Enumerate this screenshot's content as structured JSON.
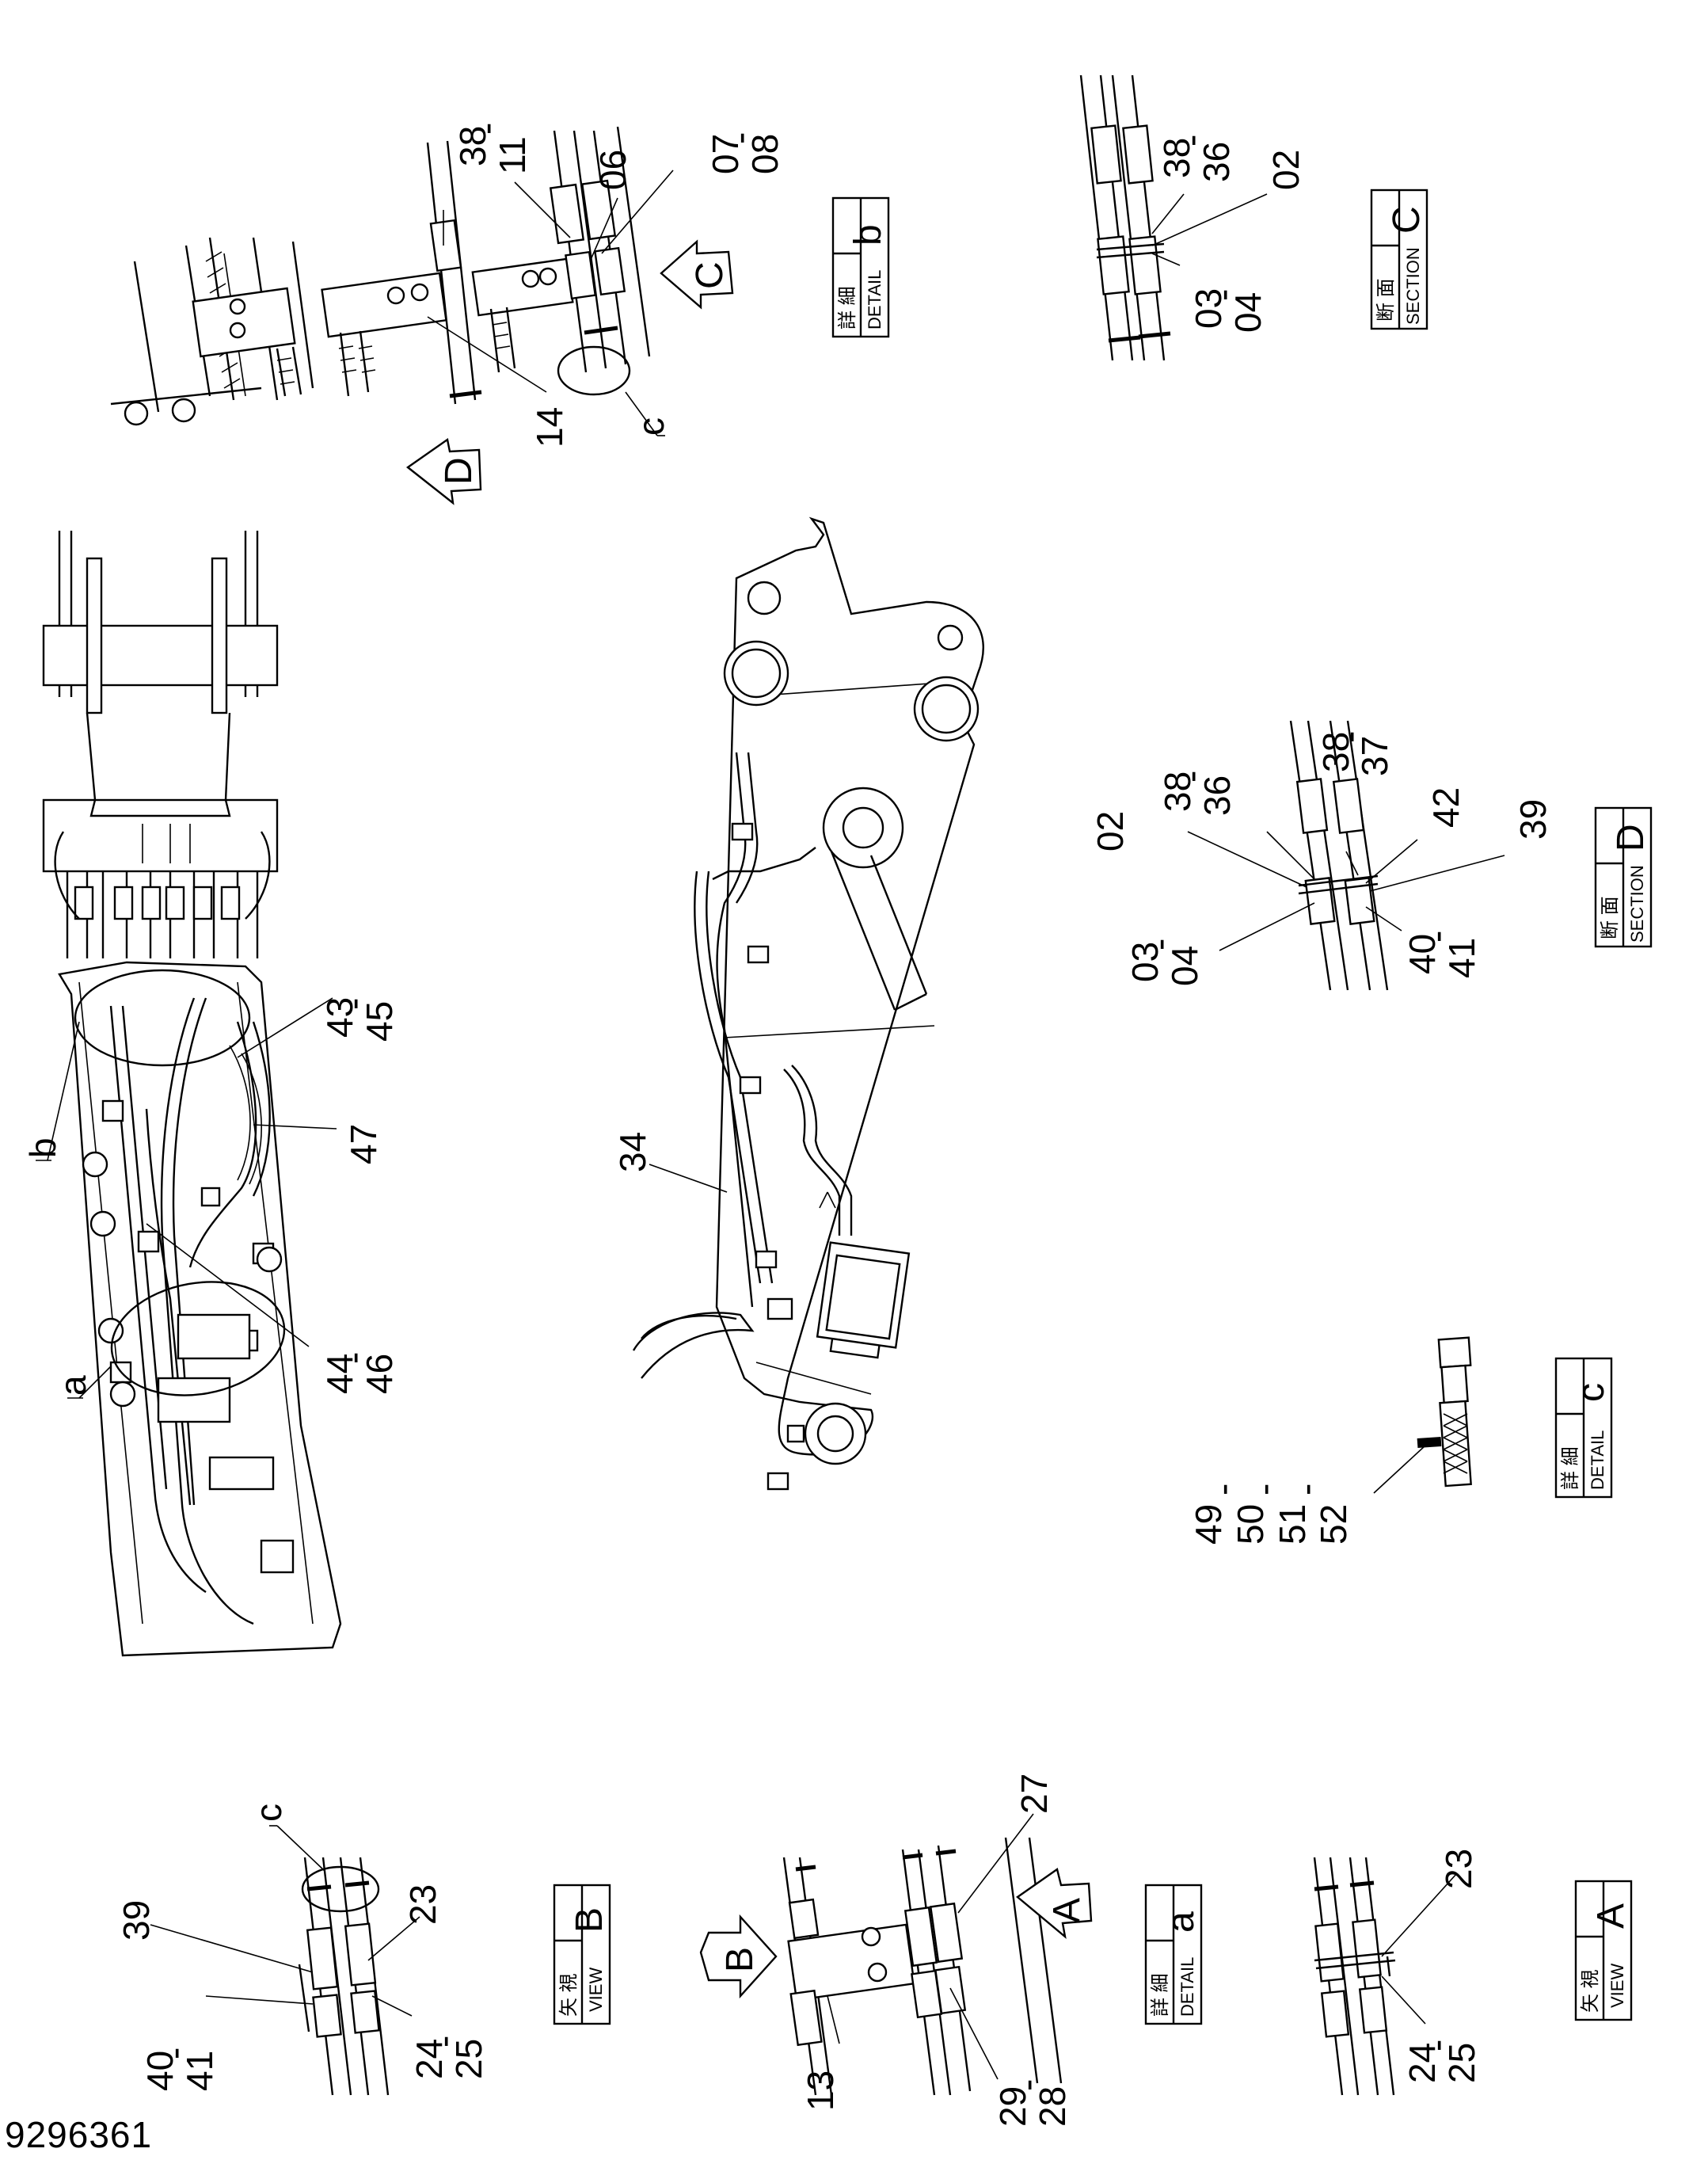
{
  "drawing_number": "9296361",
  "view_tags": {
    "detail_b": {
      "jp": "詳 細",
      "en": "DETAIL",
      "letter": "b"
    },
    "section_c": {
      "jp": "断 面",
      "en": "SECTION",
      "letter": "C"
    },
    "section_d": {
      "jp": "断 面",
      "en": "SECTION",
      "letter": "D"
    },
    "detail_c": {
      "jp": "詳 細",
      "en": "DETAIL",
      "letter": "c"
    },
    "view_b": {
      "jp": "矢 視",
      "en": "VIEW",
      "letter": "B"
    },
    "detail_a": {
      "jp": "詳 細",
      "en": "DETAIL",
      "letter": "a"
    },
    "view_a": {
      "jp": "矢 視",
      "en": "VIEW",
      "letter": "A"
    }
  },
  "view_arrows": {
    "c": "C",
    "d": "D",
    "b": "B",
    "a": "A"
  },
  "circle_labels": {
    "b": "b",
    "a": "a",
    "c_detail": "c",
    "c_view": "c"
  },
  "part_numbers": {
    "p38_11": [
      "38",
      "-",
      "11"
    ],
    "p06": "06",
    "p07_08": [
      "07",
      "-",
      "08"
    ],
    "p14": "14",
    "pC_38_36": [
      "38",
      "-",
      "36"
    ],
    "pC_02": "02",
    "pC_03_04": [
      "03",
      "-",
      "04"
    ],
    "p43_45": [
      "43",
      "-",
      "45"
    ],
    "p47": "47",
    "p44_46": [
      "44",
      "-",
      "46"
    ],
    "p34": "34",
    "pD_02": "02",
    "pD_38_36": [
      "38",
      "-",
      "36"
    ],
    "pD_38_37": [
      "38",
      "-",
      "37"
    ],
    "pD_42": "42",
    "pD_39": "39",
    "pD_03_04": [
      "03",
      "-",
      "04"
    ],
    "pD_40_41": [
      "40",
      "-",
      "41"
    ],
    "p49_52": [
      "49",
      "-",
      "50",
      "-",
      "51",
      "-",
      "52"
    ],
    "pB_39": "39",
    "pB_23": "23",
    "pB_40_41": [
      "40",
      "-",
      "41"
    ],
    "pB_24_25": [
      "24",
      "-",
      "25"
    ],
    "pa_27": "27",
    "pa_13": "13",
    "pa_29_28": [
      "29",
      "-",
      "28"
    ],
    "pA_23": "23",
    "pA_24_25": [
      "24",
      "-",
      "25"
    ]
  }
}
